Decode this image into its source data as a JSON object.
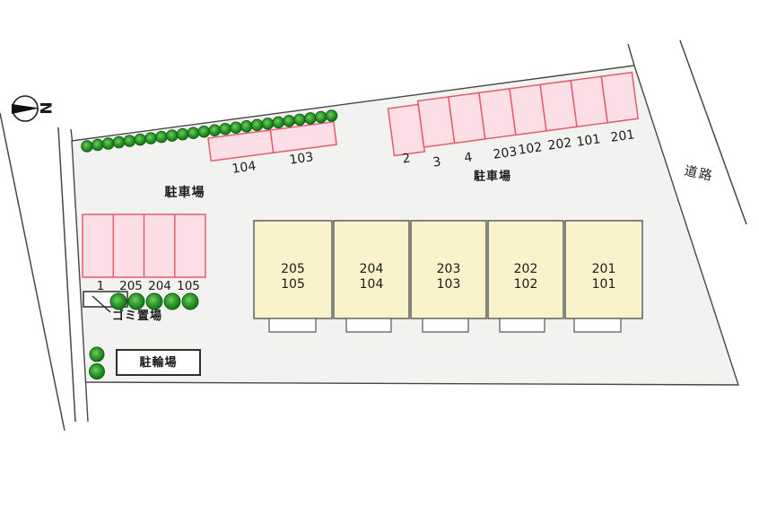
{
  "plan": {
    "north_label": "N",
    "road_label": "道路",
    "upper_left_parking": {
      "area_label": "駐車場",
      "spaces": [
        "104",
        "103"
      ]
    },
    "upper_right_parking": {
      "area_label": "駐車場",
      "spaces": [
        "2",
        "3",
        "4",
        "203",
        "102",
        "202",
        "101",
        "201"
      ]
    },
    "left_parking": {
      "spaces": [
        "1",
        "205",
        "204",
        "105"
      ]
    },
    "garbage_area_label": "ゴミ置場",
    "bicycle_parking_label": "駐輪場",
    "building": {
      "units": [
        {
          "upper": "205",
          "lower": "105"
        },
        {
          "upper": "204",
          "lower": "104"
        },
        {
          "upper": "203",
          "lower": "103"
        },
        {
          "upper": "202",
          "lower": "102"
        },
        {
          "upper": "201",
          "lower": "101"
        }
      ]
    }
  },
  "colors": {
    "site_fill": "#f2f2f1",
    "line": "#474747",
    "parking_fill": "#fcdfe6",
    "parking_stroke": "#e25b6b",
    "building_fill": "#f9f2cb",
    "unit_stroke": "#565656",
    "tree_green": "#2f9e2e"
  }
}
